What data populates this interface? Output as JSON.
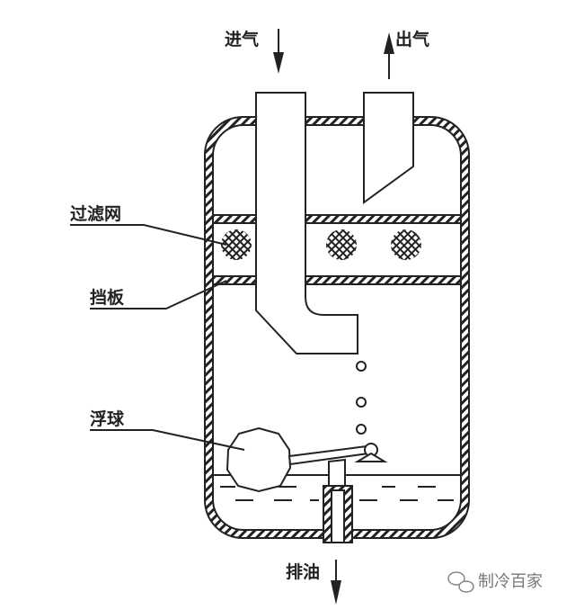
{
  "labels": {
    "inlet": "进气",
    "outlet": "出气",
    "filter_screen": "过滤网",
    "baffle": "挡板",
    "float_ball": "浮球",
    "oil_drain": "排油"
  },
  "watermark": "制冷百家",
  "colors": {
    "line": "#222222",
    "watermark": "#777777"
  }
}
